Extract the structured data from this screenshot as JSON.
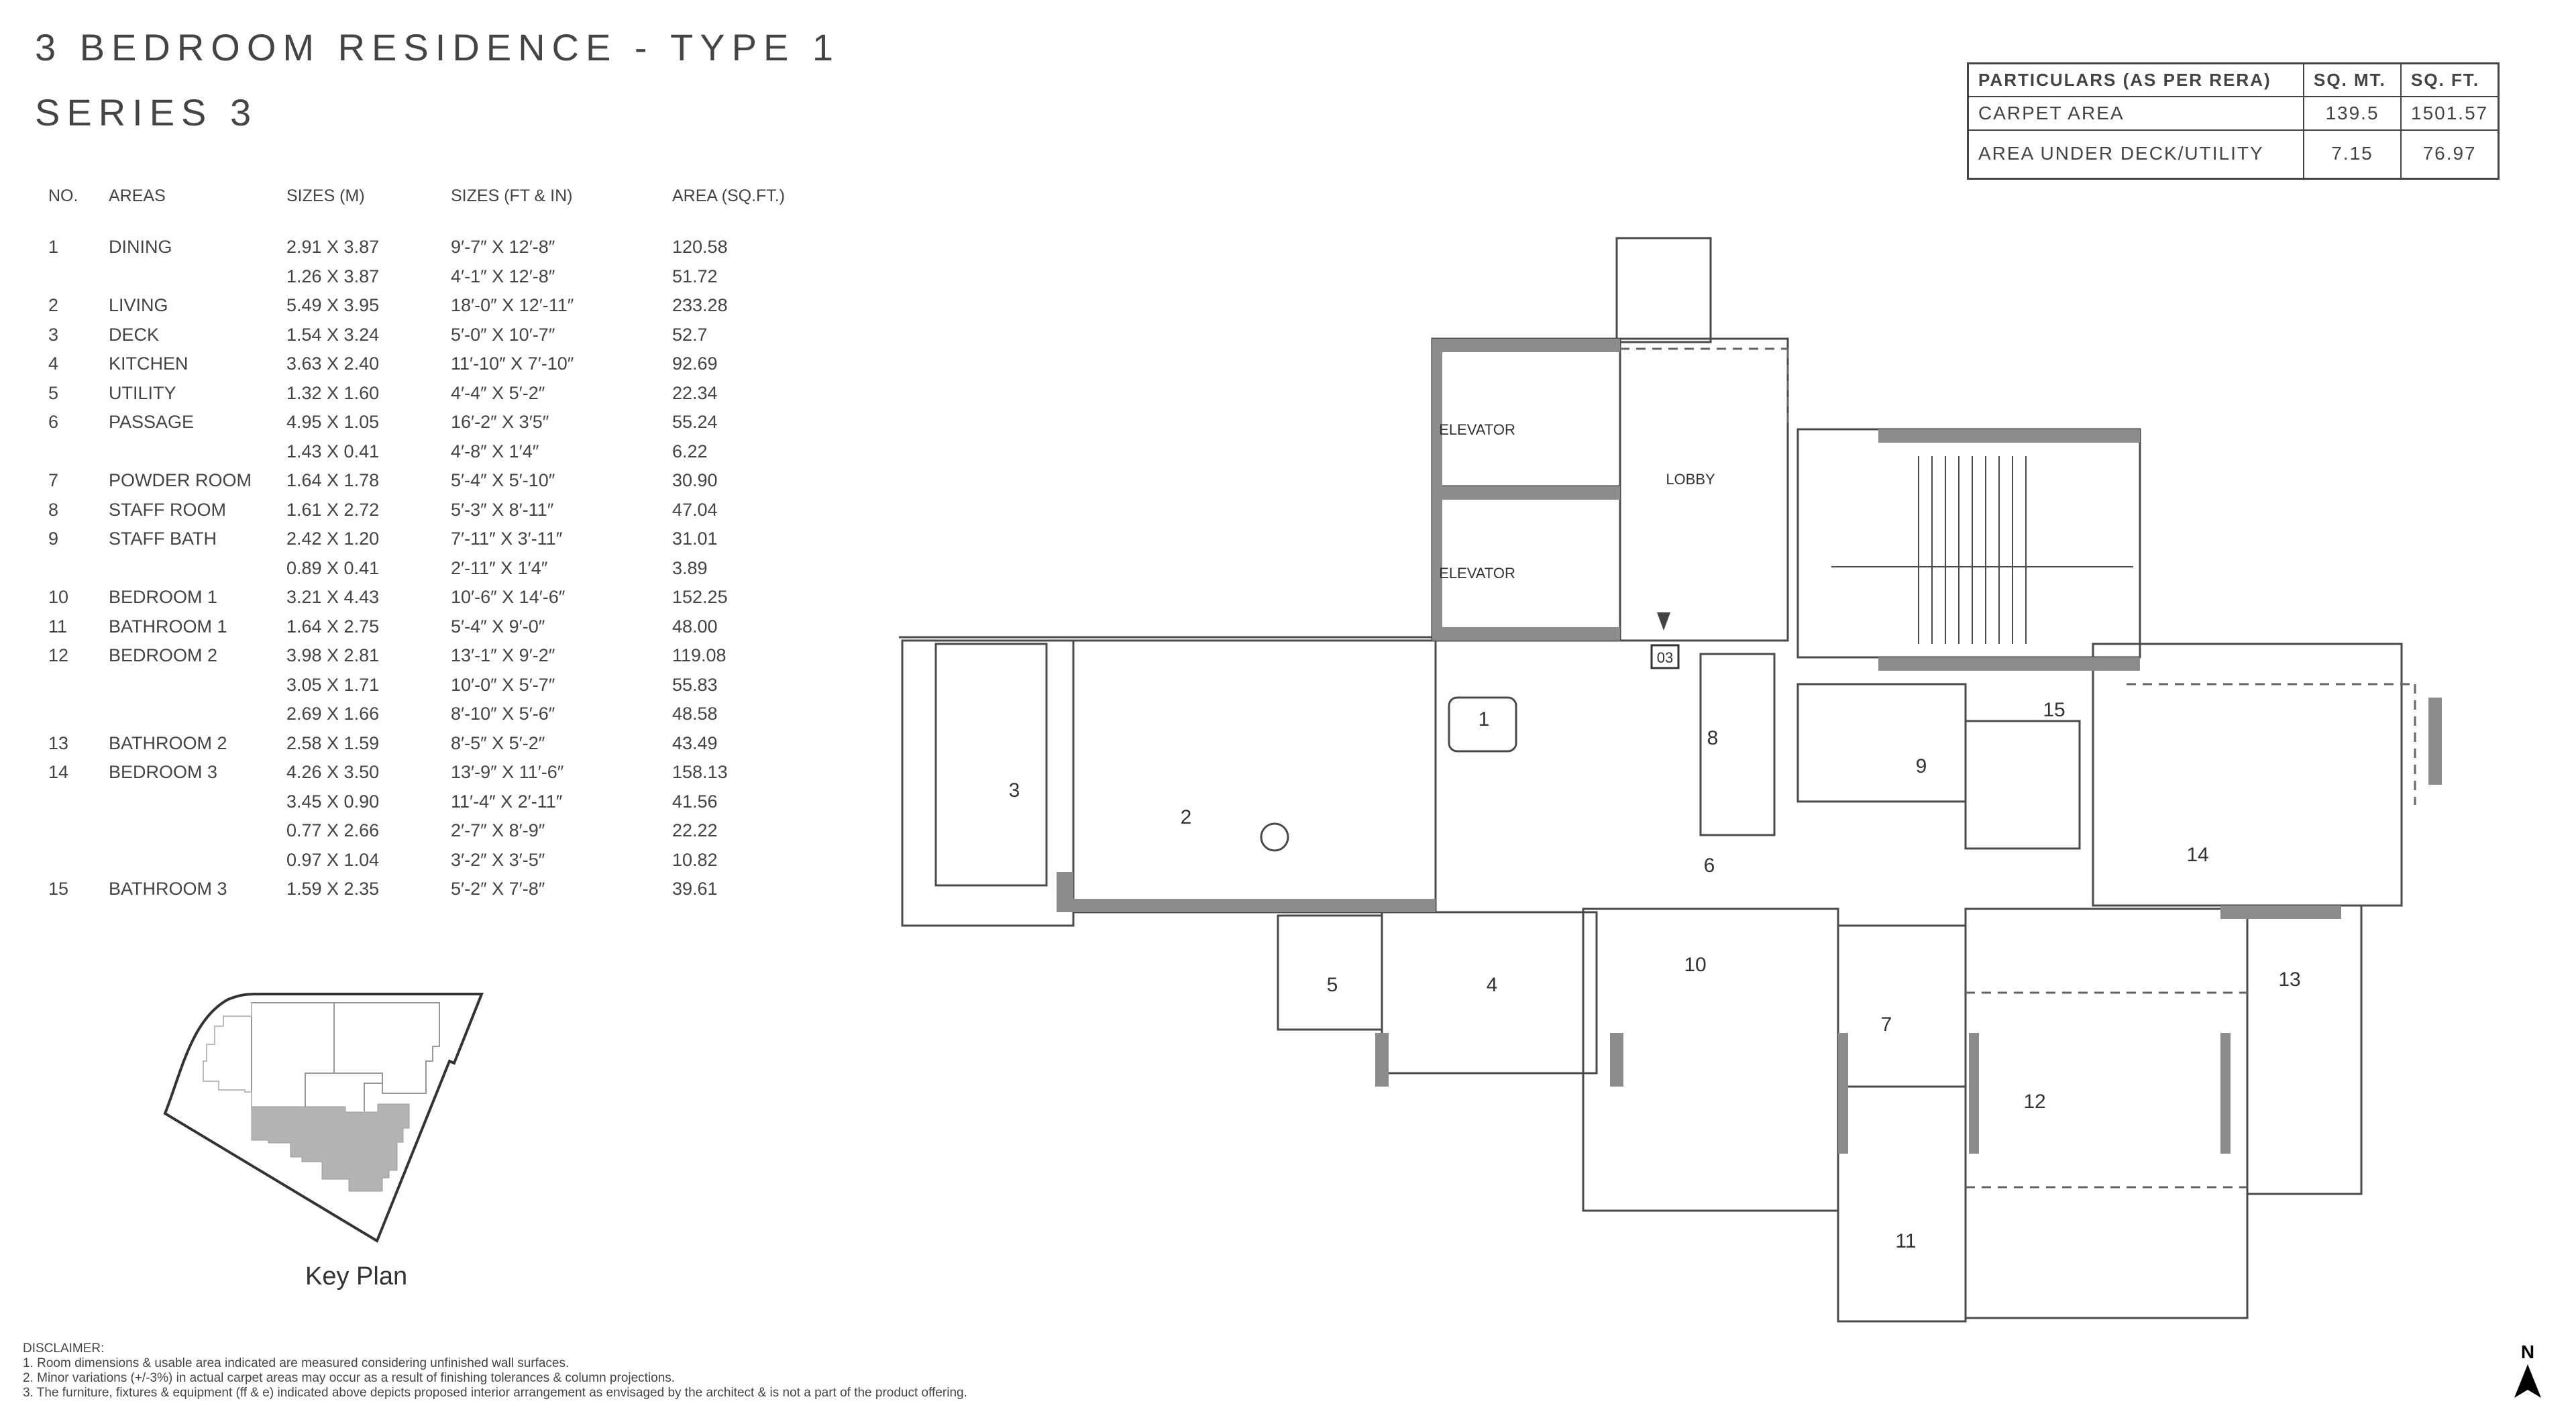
{
  "header": {
    "title": "3 BEDROOM RESIDENCE - TYPE 1",
    "subtitle": "SERIES 3"
  },
  "area_table": {
    "columns": [
      "NO.",
      "AREAS",
      "SIZES (M)",
      "SIZES (FT & IN)",
      "AREA (SQ.FT.)"
    ],
    "rows": [
      {
        "no": "1",
        "area": "DINING",
        "m": "2.91 X 3.87",
        "ft": "9′-7″ X 12′-8″",
        "sqft": "120.58"
      },
      {
        "no": "",
        "area": "",
        "m": "1.26 X 3.87",
        "ft": "4′-1″ X 12′-8″",
        "sqft": "51.72"
      },
      {
        "no": "2",
        "area": "LIVING",
        "m": "5.49 X 3.95",
        "ft": "18′-0″ X 12′-11″",
        "sqft": "233.28"
      },
      {
        "no": "3",
        "area": "DECK",
        "m": "1.54 X 3.24",
        "ft": "5′-0″ X 10′-7″",
        "sqft": "52.7"
      },
      {
        "no": "4",
        "area": "KITCHEN",
        "m": "3.63 X 2.40",
        "ft": "11′-10″ X 7′-10″",
        "sqft": "92.69"
      },
      {
        "no": "5",
        "area": "UTILITY",
        "m": "1.32 X 1.60",
        "ft": "4′-4″ X 5′-2″",
        "sqft": "22.34"
      },
      {
        "no": "6",
        "area": "PASSAGE",
        "m": "4.95 X 1.05",
        "ft": "16′-2″ X 3′5″",
        "sqft": "55.24"
      },
      {
        "no": "",
        "area": "",
        "m": "1.43 X 0.41",
        "ft": "4′-8″ X 1′4″",
        "sqft": "6.22"
      },
      {
        "no": "7",
        "area": "POWDER ROOM",
        "m": "1.64 X 1.78",
        "ft": "5′-4″ X 5′-10″",
        "sqft": "30.90"
      },
      {
        "no": "8",
        "area": "STAFF ROOM",
        "m": "1.61 X 2.72",
        "ft": "5′-3″ X 8′-11″",
        "sqft": "47.04"
      },
      {
        "no": "9",
        "area": "STAFF BATH",
        "m": "2.42 X 1.20",
        "ft": "7′-11″ X 3′-11″",
        "sqft": "31.01"
      },
      {
        "no": "",
        "area": "",
        "m": "0.89 X 0.41",
        "ft": "2′-11″ X 1′4″",
        "sqft": "3.89"
      },
      {
        "no": "10",
        "area": "BEDROOM 1",
        "m": "3.21 X 4.43",
        "ft": "10′-6″ X 14′-6″",
        "sqft": "152.25"
      },
      {
        "no": "11",
        "area": "BATHROOM 1",
        "m": "1.64 X 2.75",
        "ft": "5′-4″ X 9′-0″",
        "sqft": "48.00"
      },
      {
        "no": "12",
        "area": "BEDROOM  2",
        "m": "3.98 X 2.81",
        "ft": "13′-1″ X 9′-2″",
        "sqft": "119.08"
      },
      {
        "no": "",
        "area": "",
        "m": "3.05 X 1.71",
        "ft": "10′-0″ X 5′-7″",
        "sqft": "55.83"
      },
      {
        "no": "",
        "area": "",
        "m": "2.69 X 1.66",
        "ft": "8′-10″ X 5′-6″",
        "sqft": "48.58"
      },
      {
        "no": "13",
        "area": "BATHROOM 2",
        "m": "2.58 X 1.59",
        "ft": "8′-5″ X 5′-2″",
        "sqft": "43.49"
      },
      {
        "no": "14",
        "area": "BEDROOM  3",
        "m": "4.26 X 3.50",
        "ft": "13′-9″ X 11′-6″",
        "sqft": "158.13"
      },
      {
        "no": "",
        "area": "",
        "m": "3.45 X 0.90",
        "ft": "11′-4″ X 2′-11″",
        "sqft": "41.56"
      },
      {
        "no": "",
        "area": "",
        "m": "0.77 X 2.66",
        "ft": "2′-7″ X 8′-9″",
        "sqft": "22.22"
      },
      {
        "no": "",
        "area": "",
        "m": "0.97 X 1.04",
        "ft": "3′-2″ X 3′-5″",
        "sqft": "10.82"
      },
      {
        "no": "15",
        "area": "BATHROOM 3",
        "m": "1.59 X 2.35",
        "ft": "5′-2″ X 7′-8″",
        "sqft": "39.61"
      }
    ]
  },
  "rera_table": {
    "headers": [
      "PARTICULARS (AS PER RERA)",
      "SQ. MT.",
      "SQ. FT."
    ],
    "rows": [
      {
        "label": "CARPET AREA",
        "sqmt": "139.5",
        "sqft": "1501.57"
      },
      {
        "label": "AREA UNDER DECK/UTILITY",
        "sqmt": "7.15",
        "sqft": "76.97"
      }
    ]
  },
  "key_plan": {
    "label": "Key Plan",
    "highlight_color": "#b3b3b3"
  },
  "floor_plan": {
    "labels": {
      "elevator_1": "ELEVATOR",
      "elevator_2": "ELEVATOR",
      "lobby": "LOBBY",
      "unit_no": "03",
      "r1": "1",
      "r2": "2",
      "r3": "3",
      "r4": "4",
      "r5": "5",
      "r6": "6",
      "r7": "7",
      "r8": "8",
      "r9": "9",
      "r10": "10",
      "r11": "11",
      "r12": "12",
      "r13": "13",
      "r14": "14",
      "r15": "15"
    },
    "wall_color": "#8c8c8c",
    "line_color": "#4a4a4a"
  },
  "disclaimer": {
    "heading": "DISCLAIMER:",
    "items": [
      "1. Room dimensions & usable area indicated are measured considering unfinished wall surfaces.",
      "2. Minor variations (+/-3%) in actual carpet areas may occur as a result of finishing tolerances & column projections.",
      "3. The furniture, fixtures & equipment (ff & e) indicated above depicts proposed interior arrangement as envisaged by the architect & is not a part of the product offering."
    ]
  },
  "north": {
    "label": "N"
  }
}
